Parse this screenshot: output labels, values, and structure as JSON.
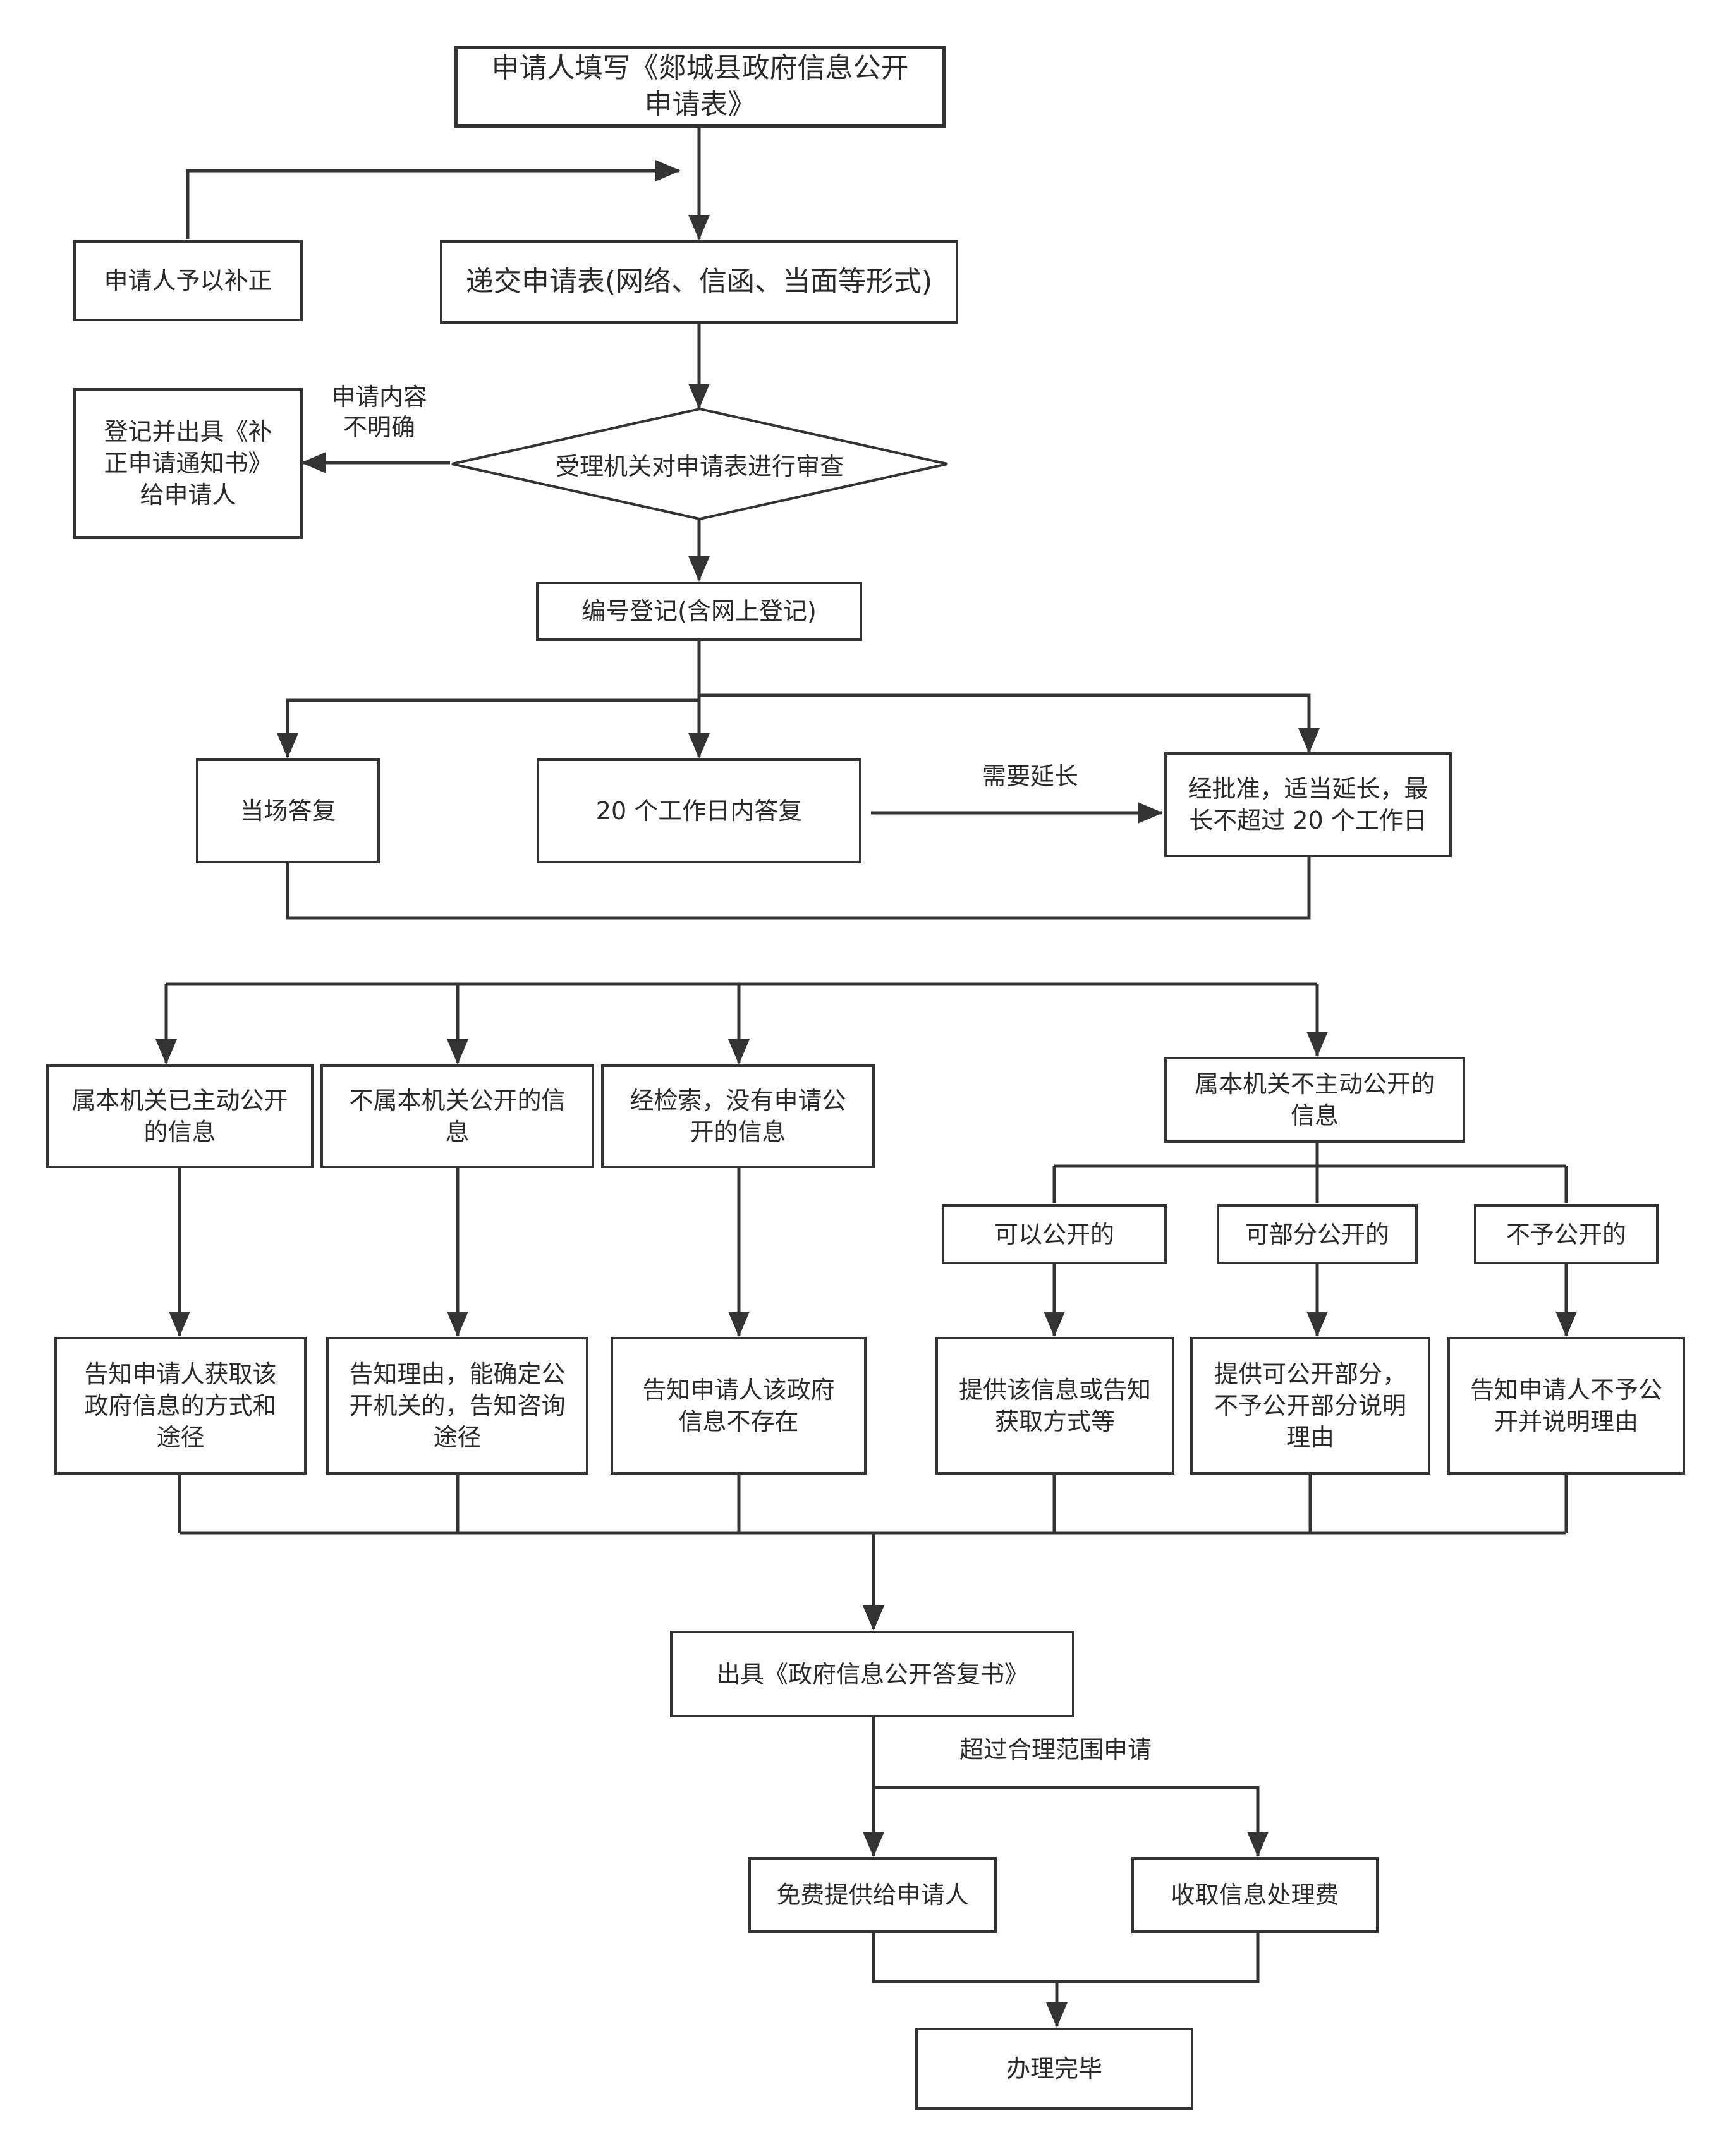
{
  "nodes": {
    "start": "申请人填写《郯城县政府信息公开\n申请表》",
    "supplement": "申请人予以补正",
    "submit": "递交申请表(网络、信函、当面等形式)",
    "register_notice": "登记并出具《补\n正申请通知书》\n给申请人",
    "review": "受理机关对申请表进行审查",
    "number_register": "编号登记(含网上登记)",
    "immediate_reply": "当场答复",
    "reply_20_days": "20 个工作日内答复",
    "extension": "经批准，适当延长，最\n长不超过 20 个工作日",
    "already_public": "属本机关已主动公开\n的信息",
    "not_this_agency": "不属本机关公开的信\n息",
    "not_found": "经检索，没有申请公\n开的信息",
    "not_proactive": "属本机关不主动公开的\n信息",
    "can_disclose": "可以公开的",
    "partially_disclose": "可部分公开的",
    "not_disclose": "不予公开的",
    "inform_method": "告知申请人获取该\n政府信息的方式和\n途径",
    "inform_reason_agency": "告知理由，能确定公\n开机关的，告知咨询\n途径",
    "inform_not_exist": "告知申请人该政府\n信息不存在",
    "provide_info": "提供该信息或告知\n获取方式等",
    "provide_partial": "提供可公开部分，\n不予公开部分说明\n理由",
    "inform_refuse": "告知申请人不予公\n开并说明理由",
    "reply_letter": "出具《政府信息公开答复书》",
    "free_provide": "免费提供给申请人",
    "charge_fee": "收取信息处理费",
    "done": "办理完毕"
  },
  "edge_labels": {
    "unclear": "申请内容\n不明确",
    "need_extension": "需要延长",
    "beyond_reasonable": "超过合理范围申请"
  },
  "colors": {
    "line": "#333333",
    "fill": "#ffffff",
    "text": "#2a2a2a"
  }
}
